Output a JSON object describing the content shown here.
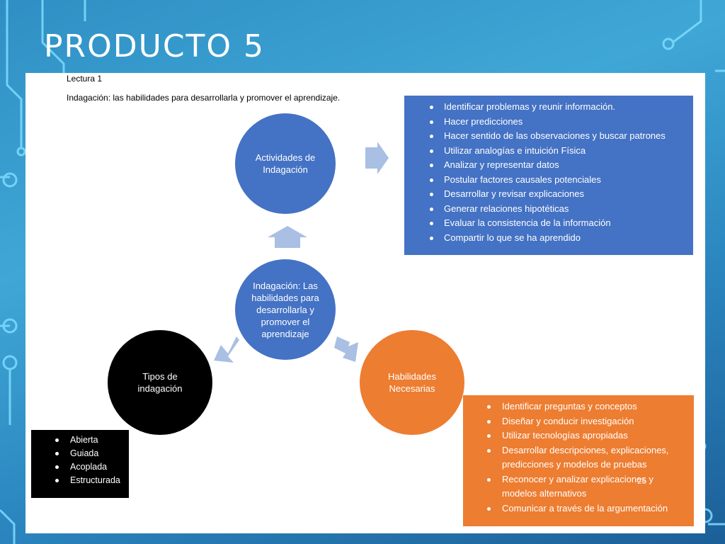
{
  "slide": {
    "title": "PRODUCTO 5"
  },
  "document": {
    "lecture": "Lectura 1",
    "subtitle": "Indagación: las habilidades para desarrollarla y promover el aprendizaje."
  },
  "diagram": {
    "center": "Indagación: Las\nhabilidades para\ndesarrollarla y\npromover el\naprendizaje",
    "top": "Actividades de\nIndagación",
    "left": "Tipos de\nindagación",
    "right": "Habilidades\nNecesarias"
  },
  "activities_list": [
    "Identificar problemas y reunir información.",
    "Hacer predicciones",
    "Hacer sentido de las observaciones  y buscar patrones",
    "Utilizar analogías e intuición Física",
    "Analizar y representar datos",
    "Postular factores causales potenciales",
    "Desarrollar y revisar explicaciones",
    "Generar relaciones hipotéticas",
    "Evaluar la consistencia de la información",
    "Compartir lo que se ha aprendido"
  ],
  "skills_list": [
    "Identificar preguntas y conceptos",
    "Diseñar y conducir investigación",
    "Utilizar tecnologías apropiadas",
    "Desarrollar descripciones, explicaciones, predicciones y modelos de pruebas",
    "Reconocer y analizar explicaciones y modelos alternativos",
    "Comunicar a través de la argumentación"
  ],
  "types_list": [
    "Abierta",
    "Guiada",
    "Acoplada",
    "Estructurada"
  ],
  "page_number": "25",
  "colors": {
    "blue": "#4472c4",
    "orange": "#ed7d31",
    "black": "#000000",
    "arrow": "#a9bfe3"
  }
}
